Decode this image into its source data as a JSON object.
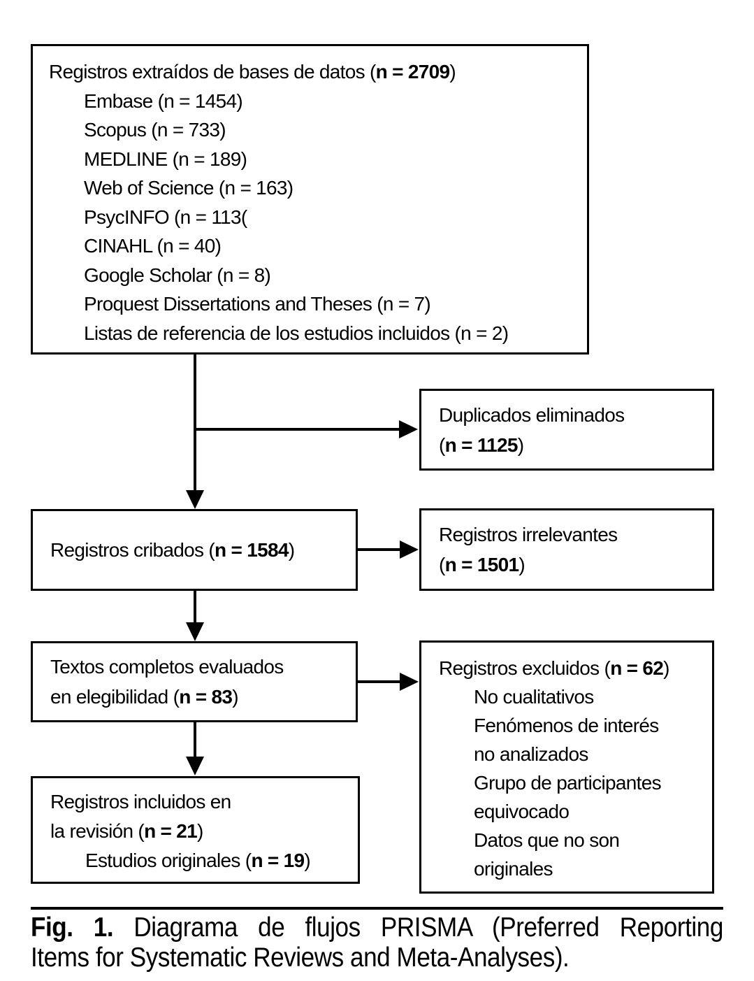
{
  "figure": {
    "colors": {
      "line": "#000000",
      "background": "#ffffff"
    },
    "boxes": {
      "identification": {
        "title_pre": "Registros extraídos de bases de datos (",
        "title_bold": "n = 2709",
        "title_post": ")",
        "items": [
          "Embase (n = 1454)",
          "Scopus (n = 733)",
          "MEDLINE (n = 189)",
          "Web of Science (n = 163)",
          "PsycINFO (n = 113(",
          "CINAHL (n = 40)",
          "Google Scholar (n = 8)",
          "Proquest Dissertations and Theses (n = 7)",
          "Listas de referencia de los estudios incluidos (n = 2)"
        ]
      },
      "duplicates_removed": {
        "line1": "Duplicados eliminados",
        "line2_pre": "(",
        "line2_bold": "n = 1125",
        "line2_post": ")"
      },
      "screened": {
        "pre": "Registros cribados (",
        "bold": "n = 1584",
        "post": ")"
      },
      "irrelevant": {
        "line1": "Registros irrelevantes",
        "line2_pre": "(",
        "line2_bold": "n = 1501",
        "line2_post": ")"
      },
      "fulltext": {
        "line1": "Textos completos evaluados",
        "line2_pre": "en elegibilidad (",
        "line2_bold": "n = 83",
        "line2_post": ")"
      },
      "excluded": {
        "title_pre": "Registros excluidos (",
        "title_bold": "n = 62",
        "title_post": ")",
        "lines": [
          "No cualitativos",
          "Fenómenos de interés",
          "no analizados",
          "Grupo de participantes",
          "equivocado",
          "Datos que no son",
          "originales"
        ]
      },
      "included": {
        "line1": "Registros incluidos en",
        "line2_pre": "la revisión (",
        "line2_bold": "n = 21",
        "line2_post": ")",
        "line3_pre": "Estudios originales (",
        "line3_bold": "n = 19",
        "line3_post": ")"
      }
    },
    "caption": {
      "label": "Fig. 1.",
      "line1_rest": " Diagrama de flujos PRISMA (Preferred Reporting",
      "line2": "Items for Systematic Reviews and Meta-Analyses)."
    }
  }
}
